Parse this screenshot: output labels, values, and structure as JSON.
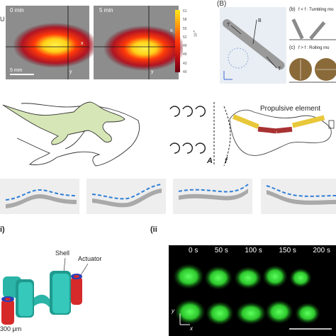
{
  "colors": {
    "heat_hot": "#ffe81a",
    "heat_mid": "#ff3a0a",
    "heat_cool": "#a40010",
    "lizard_fill": "#d6e6b6",
    "propulsive": "#a83232",
    "shell_teal": "#2ab5a8",
    "actuator_red": "#d62a2a",
    "microscope_green": "#36d63a",
    "wave_blue": "#2f7fd8"
  },
  "panel_a": {
    "frame1_time": "0 min",
    "frame2_time": "5 min",
    "scale": "5 mm",
    "axis_x": "x",
    "axis_y": "y",
    "colorbar_ticks": [
      "61",
      "58",
      "55",
      "52",
      "49",
      "46",
      "43",
      "40"
    ],
    "colorbar_exponent": "10",
    "colorbar_exponent_power": "-6",
    "edge_letter": "U"
  },
  "panel_b": {
    "label": "(B)",
    "vec_b": "B",
    "vec_t": "T",
    "vec_t2": "T",
    "sub_b_label": "(b)",
    "sub_b_text": "f < f : Tumbling mo",
    "sub_c_label": "(c)",
    "sub_c_text": "f > f : Rolling mo"
  },
  "swimmer": {
    "label": "Propulsive element",
    "label_line2": "element",
    "amp_label": "A",
    "freq_label": "f"
  },
  "micro": {
    "label_i": "i)",
    "label_ii": "(ii",
    "shell": "Shell",
    "actuator": "Actuator",
    "scale": "300 μm",
    "times": [
      "0 s",
      "50 s",
      "100 s",
      "150 s",
      "200 s"
    ],
    "axis_y": "y",
    "axis_x": "x"
  }
}
